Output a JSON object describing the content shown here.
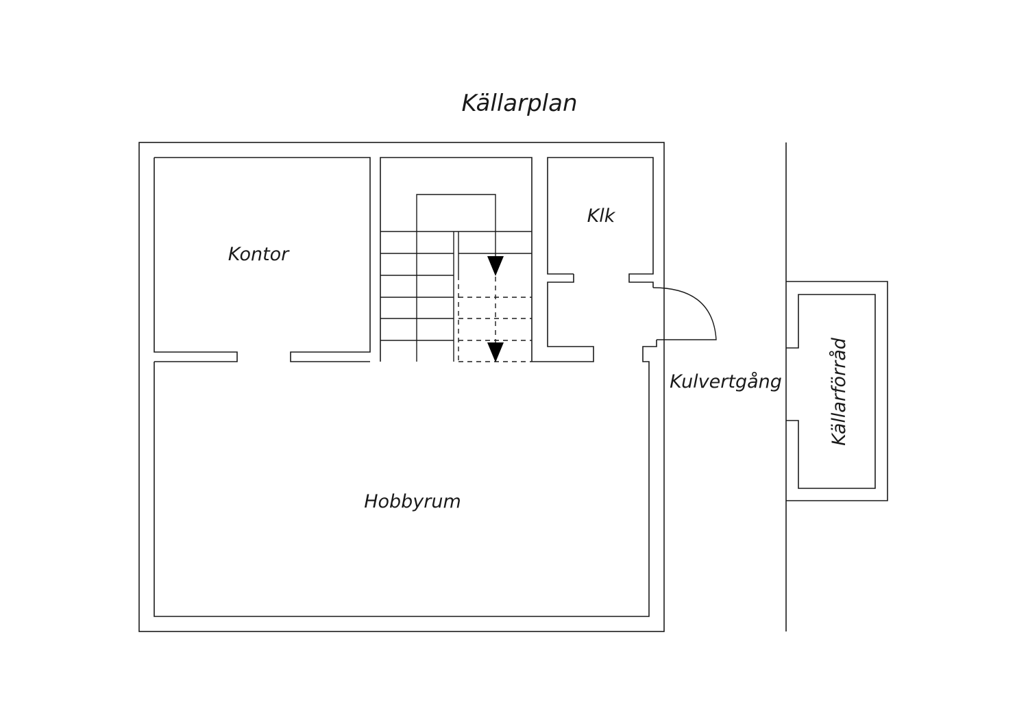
{
  "plan": {
    "title": "Källarplan",
    "rooms": {
      "kontor": "Kontor",
      "klk": "Klk",
      "hobbyrum": "Hobbyrum",
      "kulvertgang": "Kulvertgång",
      "kallarforrad": "Källarförråd"
    }
  }
}
